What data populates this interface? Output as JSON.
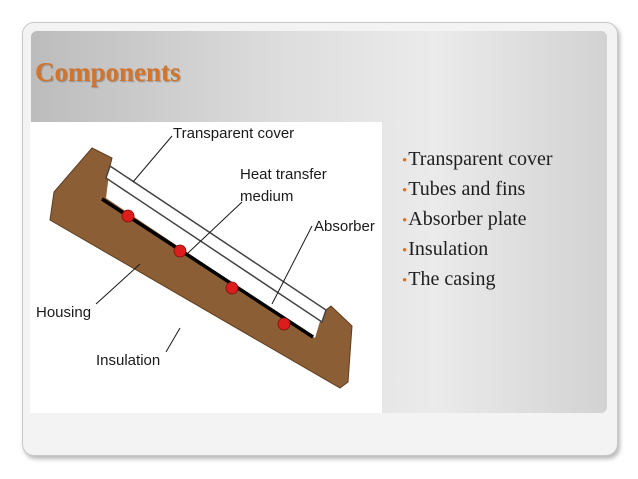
{
  "slide": {
    "title": "Components"
  },
  "diagram": {
    "labels": {
      "transparent_cover": "Transparent cover",
      "heat_transfer_line1": "Heat transfer",
      "heat_transfer_line2": "medium",
      "absorber": "Absorber",
      "housing": "Housing",
      "insulation": "Insulation"
    },
    "colors": {
      "housing": "#8c5e35",
      "tube": "#dd1c1c",
      "absorber": "#000000"
    }
  },
  "bullets": {
    "items": [
      "Transparent cover",
      "Tubes and fins",
      "Absorber plate",
      "Insulation",
      "The casing"
    ]
  },
  "theme": {
    "accent": "#d4742b"
  }
}
